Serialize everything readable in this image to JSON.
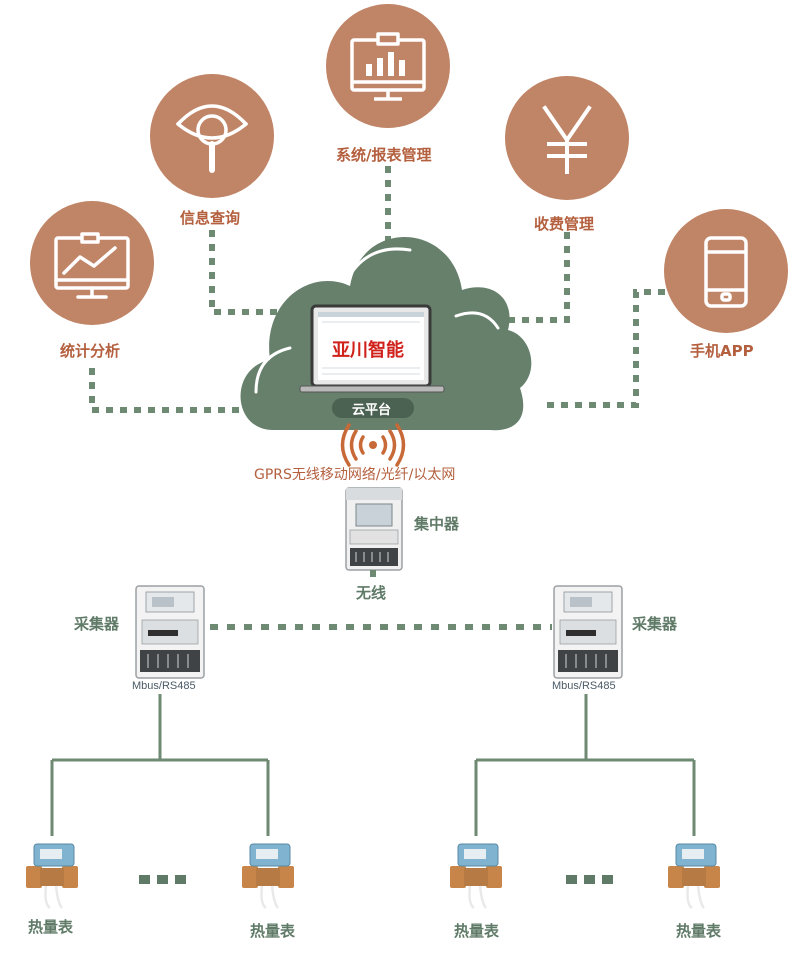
{
  "colors": {
    "circle": "#c08466",
    "cloud": "#66806c",
    "dotted": "#6e8a73",
    "line": "#6e8a73",
    "orange_text": "#b4603f",
    "green_text": "#5f7a67",
    "laptop_brand": "#d0211b"
  },
  "features": [
    {
      "label": "统计分析",
      "icon": "chart-monitor-icon"
    },
    {
      "label": "信息查询",
      "icon": "eye-magnifier-icon"
    },
    {
      "label": "系统/报表管理",
      "icon": "report-monitor-icon"
    },
    {
      "label": "收费管理",
      "icon": "yen-icon"
    },
    {
      "label": "手机APP",
      "icon": "smartphone-icon"
    }
  ],
  "cloud": {
    "platform_label": "云平台",
    "laptop_brand": "亚川智能"
  },
  "network": {
    "link_label": "GPRS无线移动网络/光纤/以太网",
    "signal_icon": "wireless-signal-icon"
  },
  "concentrator": {
    "label": "集中器",
    "link_label": "无线"
  },
  "collectors": [
    {
      "label": "采集器",
      "bus_label": "Mbus/RS485"
    },
    {
      "label": "采集器",
      "bus_label": "Mbus/RS485"
    }
  ],
  "meters": [
    {
      "label": "热量表"
    },
    {
      "label": "热量表"
    },
    {
      "label": "热量表"
    },
    {
      "label": "热量表"
    }
  ]
}
